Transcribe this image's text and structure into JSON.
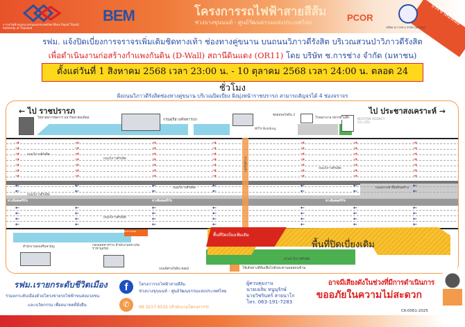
{
  "header": {
    "mrta_name": "การรถไฟฟ้าขนส่งมวลชนแห่งประเทศไทย Mass Rapid Transit Authority of Thailand",
    "bem_logo": "BEM",
    "project_title": "โครงการรถไฟฟ้าสายสีส้ม",
    "project_subtitle": "ช่วงบางขุนนนท์ - ศูนย์วัฒนธรรมแห่งประเทศไทย",
    "pcor_logo": "PCOR",
    "company_seal_text": "บริษัท ช.การช่าง จำกัด (มหาชน)",
    "ribbon": "ประชาสัมพันธ์"
  },
  "announcement": {
    "line1": "รฟม. แจ้งปิดเบี่ยงการจราจรเพิ่มเติมชิดทางเท้า ช่องทางคู่ขนาน บนถนนวิภาวดีรังสิต บริเวณสวนป่าวิภาวดีรังสิต",
    "line2_red": "เพื่อดำเนินงานก่อสร้างกำแพงกันดิน (D-Wall) สถานีดินแดง (OR11)",
    "line2_blue": " โดย บริษัท ช.การช่าง จำกัด (มหาชน)",
    "period": "ตั้งแต่วันที่ 1 สิงหาคม 2568 เวลา 23:00 น. - 10 ตุลาคม 2568 เวลา 24:00 น. ตลอด 24 ชั่วโมง",
    "note": "ฝั่งถนนวิภาวดีรังสิตช่องทางคู่ขนาน บริเวณปิดเบี่ยง ฝั่งมุ่งหน้าราชปรารภ สามารถสัญจรได้ 4 ช่องจราจร"
  },
  "diagram": {
    "dir_left": "← ไป ราชปรารภ",
    "dir_right": "ไป ประชาสงเคราะห์ →",
    "labels": {
      "college": "วิทยาลัยการจัดการ มหาวิทยาลัยมหิดล",
      "dept": "กรมดุริยางค์ทหารบก",
      "wth": "WTH Building",
      "soi": "ซอยพหลโยธิน 2",
      "school": "โรงพยาบาล ทหารผ่านศึก",
      "hotel": "BESTOW AGENCY CO.,LTD.",
      "road_top1": "ถนนวิภาวดีรังสิต",
      "road_top2": "ถนนวิภาวดีรังสิต",
      "road_top3": "ถนนวิภาวดีรังสิต",
      "road_mid": "ถนนวิภาวดีรังสิต",
      "road_mid_left": "ถนนวิภาวดีรังสิต",
      "road_mid_right": "ถนนทางเข้าพื้นที่ก่อสร้าง",
      "expressway1": "ทางพิเศษศรีรัช",
      "expressway2": "ทางพิเศษศรีรัช",
      "expressway3": "ทางพิเศษศรีรัช",
      "road_bottom": "ถนนวิภาวดีรังสิต",
      "pedestrian": "ทางเดินเท้า",
      "bridge": "สะพานลอย",
      "office": "สำนักงานส่งเสริมสามัญ",
      "military": "กองพลทหารราบ สำนักงานพระบรมราชานุสรณ์",
      "closure_old_small": "พื้นที่ปิดเบี่ยงเพิ่มเติม",
      "closure_old": "พื้นที่ปิดเบี่ยงเดิม",
      "park": "สวนป่าวิภาวดีรังสิต",
      "soi_bottom": "ถนนพิศาลโยธิน ซอย2",
      "legend": "ใช้เส้นทางสีส้มเพื่อไปยังสะพานลอยคนข้าม"
    },
    "colors": {
      "inbound": "#d42a2a",
      "outbound": "#1c2a6e",
      "closure": "#f6c232",
      "added": "#d9261c",
      "path": "#f39a4b",
      "park": "#4caf50",
      "sidewalk": "#8fd3e8"
    }
  },
  "footer": {
    "slogan": "รฟม.เรายกระดับชีวิตเมือง",
    "slogan_sub1": "ร่วมยกระดับเมืองด้วยโครงข่ายรถไฟฟ้าขนส่งมวลชน",
    "slogan_sub2": "และนวัตกรรม เพื่ออนาคตที่ยั่งยืน",
    "fb_line1": "โครงการรถไฟฟ้าสายสีส้ม",
    "fb_line2": "ช่วงบางขุนนนท์ - ศูนย์วัฒนธรรมแห่งประเทศไทย",
    "phone": "06 3217 6532 (สำนักงานโครงการฯ)",
    "supervisor_title": "ผู้ควบคุมงาน",
    "supervisor1": "นายเฉลิม หนูนุรักษ์",
    "supervisor2": "นายวิชรินทร์ สายนาโก",
    "supervisor_phone": "โทร. 063-191-7283",
    "warning1": "อาจมีเสียงดังในช่วงที่มีการดำเนินการ",
    "warning2": "ขออภัยในความไม่สะดวก",
    "code": "CK-0061-2025"
  }
}
